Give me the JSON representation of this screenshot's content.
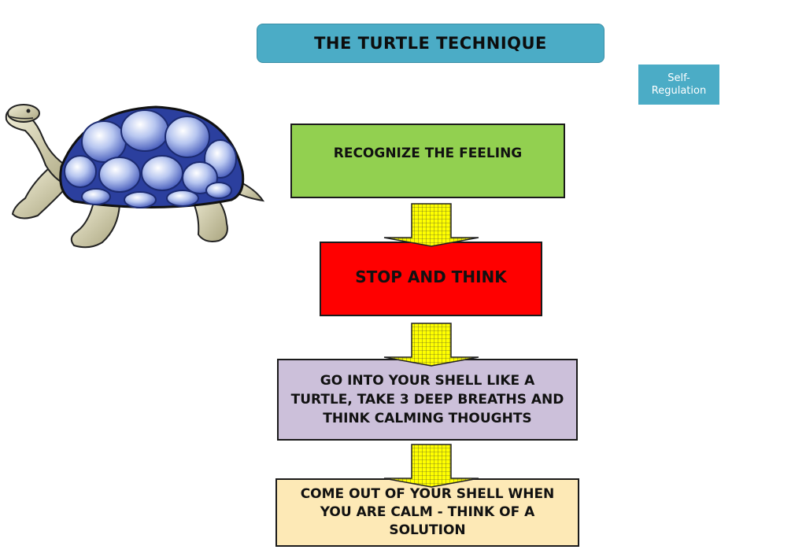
{
  "title": "THE TURTLE TECHNIQUE",
  "tag": "Self-Regulation",
  "steps": [
    "RECOGNIZE THE FEELING",
    "STOP AND THINK",
    "GO INTO YOUR SHELL LIKE A TURTLE, TAKE 3 DEEP BREATHS AND THINK CALMING THOUGHTS",
    "COME OUT OF YOUR SHELL WHEN YOU ARE CALM - THINK OF A SOLUTION"
  ],
  "colors": {
    "title_bg": "#4bacc6",
    "step1": "#92d050",
    "step2": "#ff0000",
    "step3": "#ccc0da",
    "step4": "#fde9b6",
    "arrow": "#ffff00"
  },
  "icons": {
    "illustration": "turtle-icon",
    "connector": "down-arrow-icon"
  }
}
